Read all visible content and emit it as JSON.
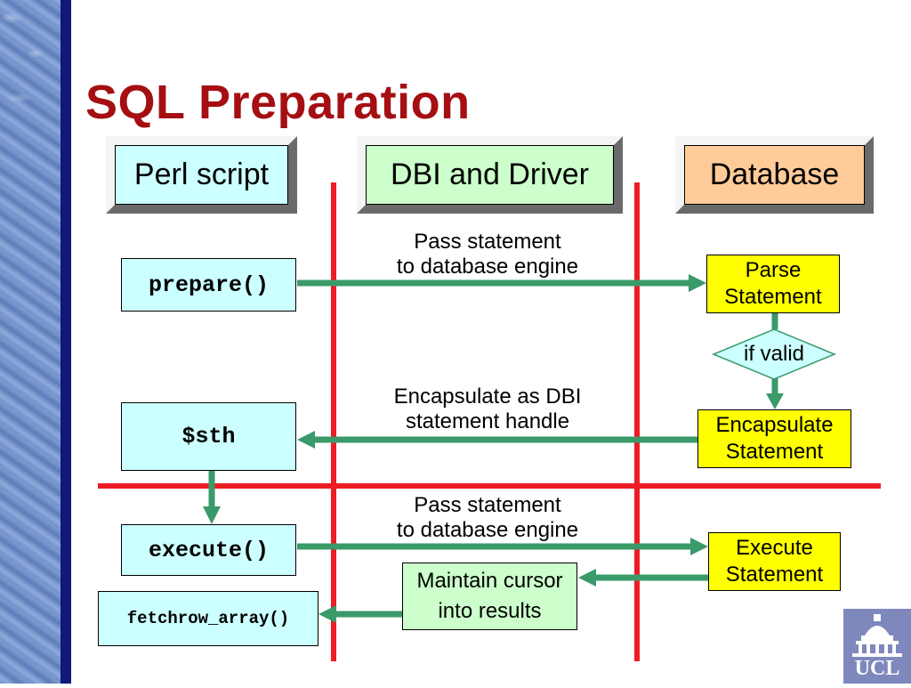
{
  "title": "SQL Preparation",
  "columns": {
    "perl": "Perl script",
    "dbi": "DBI and Driver",
    "database": "Database"
  },
  "perl_boxes": {
    "prepare": "prepare()",
    "sth": "$sth",
    "execute": "execute()",
    "fetch": "fetchrow_array()"
  },
  "db_boxes": {
    "parse_line1": "Parse",
    "parse_line2": "Statement",
    "if_valid": "if valid",
    "encap_line1": "Encapsulate",
    "encap_line2": "Statement",
    "exec_line1": "Execute",
    "exec_line2": "Statement"
  },
  "dbi_box": {
    "line1": "Maintain cursor",
    "line2": "into results"
  },
  "arrow_labels": {
    "pass1_line1": "Pass statement",
    "pass1_line2": "to database engine",
    "encap_line1": "Encapsulate as DBI",
    "encap_line2": "statement handle",
    "pass2_line1": "Pass statement",
    "pass2_line2": "to database engine"
  },
  "logo": {
    "text": "UCL"
  },
  "colors": {
    "title": "#a50f12",
    "divider": "#ee1c24",
    "arrow": "#3a9a6a",
    "code_box": "#ccffff",
    "db_box": "#ffff00",
    "dbi_box": "#ccffcc",
    "perl_header": "#ccffff",
    "dbi_header": "#ccffcc",
    "database_header": "#ffcc99"
  }
}
